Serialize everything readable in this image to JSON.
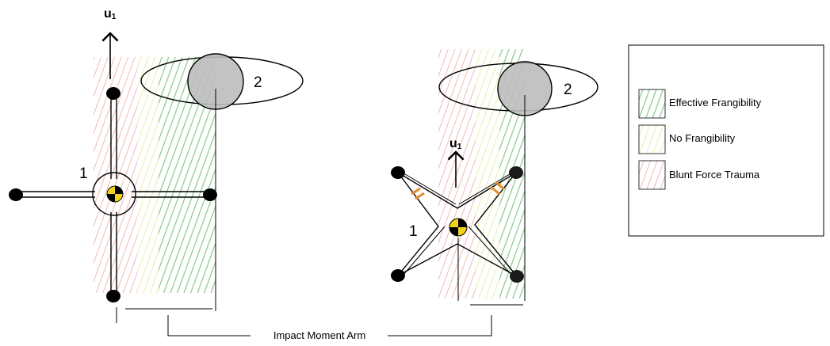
{
  "left_diagram": {
    "direction_label": "u",
    "direction_subscript": "1",
    "drone_label": "1",
    "object_label": "2"
  },
  "right_diagram": {
    "direction_label": "u",
    "direction_subscript": "1",
    "drone_label": "1",
    "object_label": "2"
  },
  "moment_arm_label": "Impact Moment Arm",
  "legend": {
    "items": [
      {
        "label": "Effective Frangibility",
        "color": "#5fb85f"
      },
      {
        "label": "No Frangibility",
        "color": "#ecec9a"
      },
      {
        "label": "Blunt Force Trauma",
        "color": "#e88a8a"
      }
    ]
  },
  "colors": {
    "green_stripe": "#5fb85f",
    "yellow_stripe": "#ecec9a",
    "red_stripe": "#e88a8a",
    "orange_mark": "#e8862a",
    "target_yellow": "#f2d21b",
    "object_gray": "#bdbdbd"
  }
}
